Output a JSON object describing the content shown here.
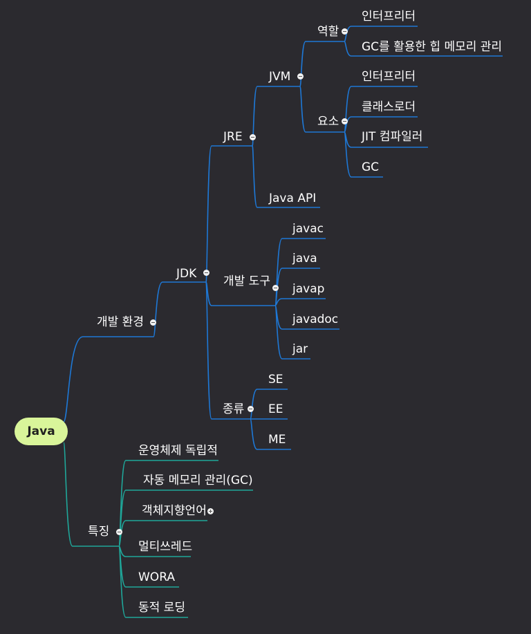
{
  "colors": {
    "background": "#2b2a2f",
    "root": "#d9f59a",
    "blue_branch": "#1e78d6",
    "teal_branch": "#1fa79a",
    "text": "#ffffff"
  },
  "nodes": {
    "root": "Java",
    "env": "개발 환경",
    "jdk": "JDK",
    "jre": "JRE",
    "jvm": "JVM",
    "role": "역할",
    "role_interpreter": "인터프리터",
    "role_gc": "GC를 활용한 힙 메모리 관리",
    "elem": "요소",
    "elem_interpreter": "인터프리터",
    "elem_classloader": "클래스로더",
    "elem_jit": "JIT 컴파일러",
    "elem_gc": "GC",
    "javaapi": "Java API",
    "tools": "개발 도구",
    "tool_javac": "javac",
    "tool_java": "java",
    "tool_javap": "javap",
    "tool_javadoc": "javadoc",
    "tool_jar": "jar",
    "kind": "종류",
    "kind_se": "SE",
    "kind_ee": "EE",
    "kind_me": "ME",
    "feat": "특징",
    "feat_os": "운영체제 독립적",
    "feat_gc": "자동 메모리 관리(GC)",
    "feat_oop": "객체지향언어",
    "feat_mt": "멀티쓰레드",
    "feat_wora": "WORA",
    "feat_dyn": "동적 로딩"
  }
}
